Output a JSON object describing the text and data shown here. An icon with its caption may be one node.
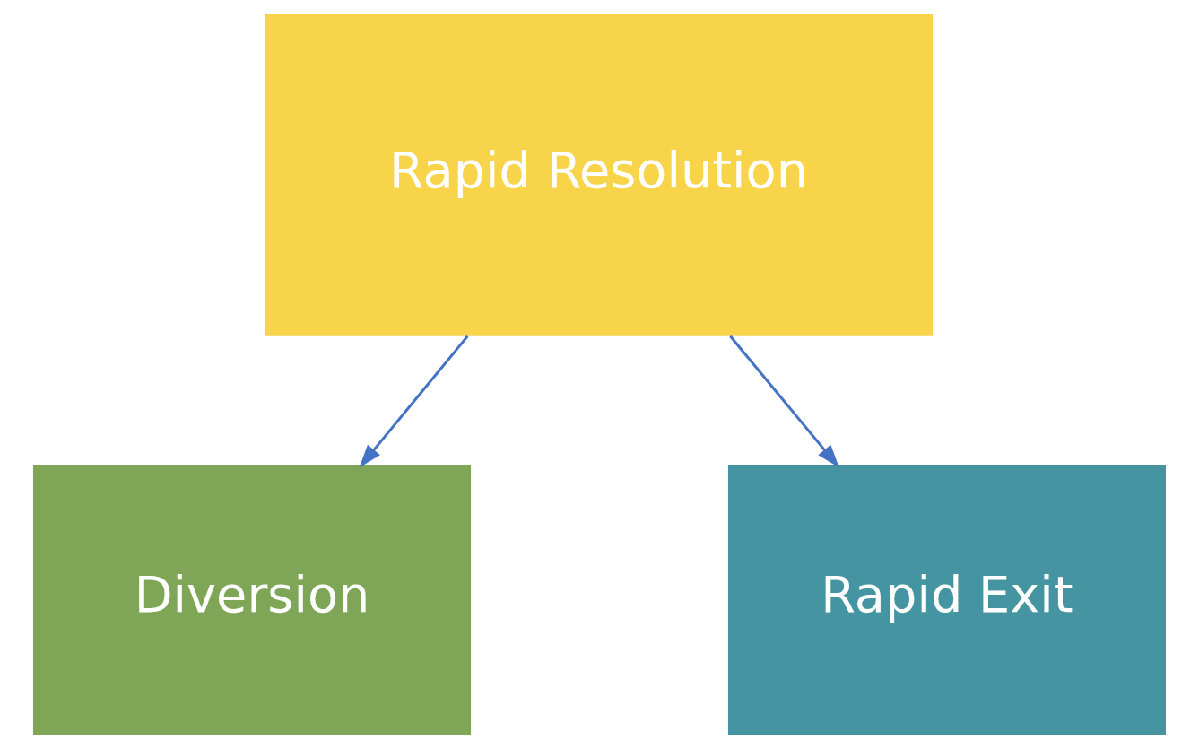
{
  "diagram": {
    "nodes": [
      {
        "text": [
          "Rapid Resolution"
        ]
      },
      {
        "text": [
          "Diversion"
        ]
      },
      {
        "text": [
          "Rapid Exit"
        ]
      }
    ],
    "edges": [
      {
        "from": 0,
        "to": 1,
        "arrow": "to"
      },
      {
        "from": 0,
        "to": 2,
        "arrow": "to"
      }
    ]
  }
}
